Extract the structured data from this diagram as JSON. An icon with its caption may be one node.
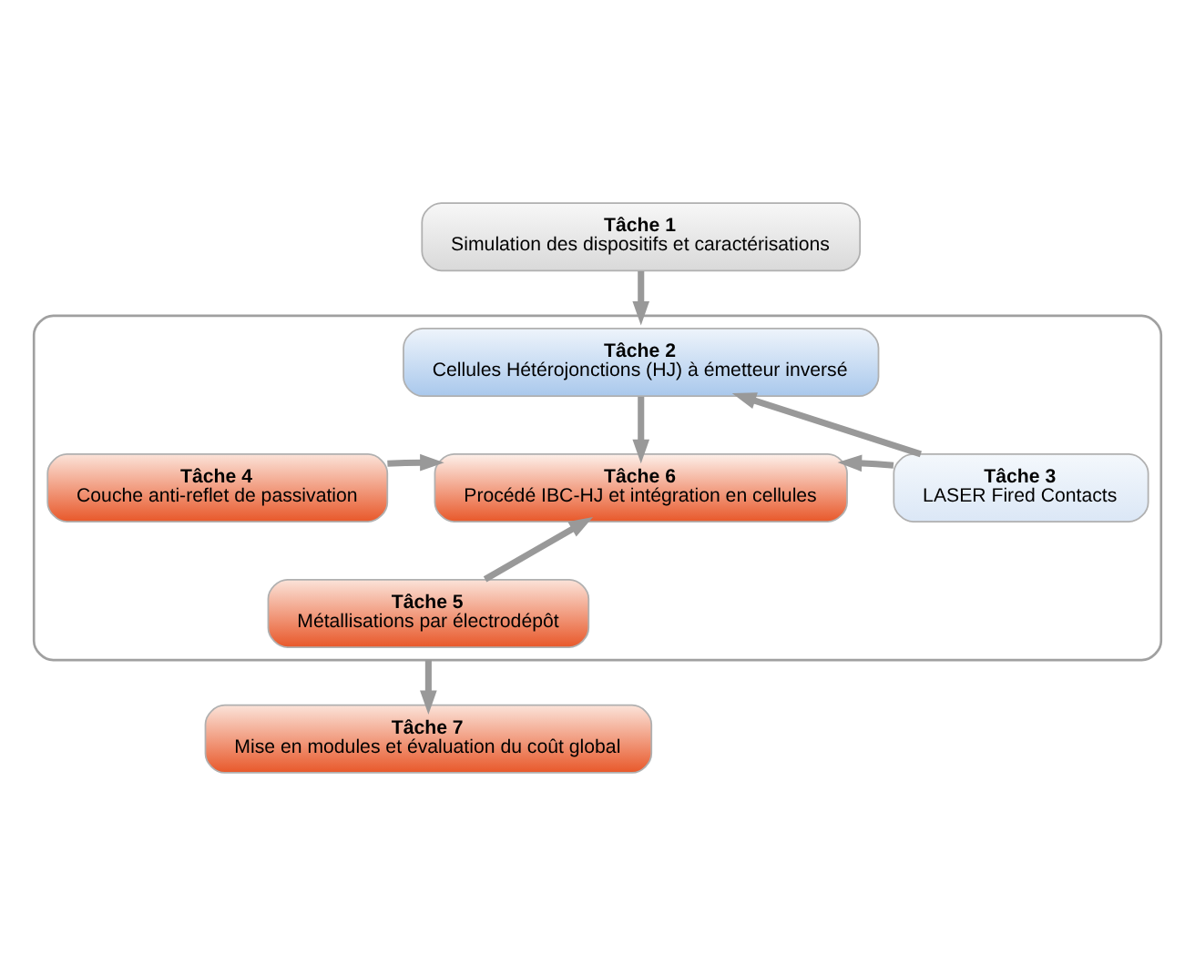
{
  "diagram": {
    "nodes": [
      {
        "text": [
          "Tâche 1",
          "Simulation des dispositifs et caractérisations"
        ]
      },
      {
        "text": [],
        "shape": "box"
      },
      {
        "text": [
          "Tâche 2",
          "Cellules Hétérojonctions (HJ) à émetteur inversé"
        ],
        "in": 1
      },
      {
        "text": [
          "Tâche 3",
          "LASER Fired Contacts"
        ],
        "in": 1
      },
      {
        "text": [
          "Tâche 4",
          "Couche anti-reflet de passivation"
        ],
        "in": 1
      },
      {
        "text": [
          "Tâche 5",
          "Métallisations par électrodépôt"
        ],
        "in": 1
      },
      {
        "text": [
          "Tâche 6",
          "Procédé IBC-HJ et intégration en cellules"
        ],
        "in": 1
      },
      {
        "text": [
          "Tâche 7",
          "Mise en modules et évaluation du coût global"
        ]
      }
    ],
    "edges": [
      {
        "from": 0,
        "to": 1,
        "arrow": "to"
      },
      {
        "from": 3,
        "to": 2,
        "arrow": "to"
      },
      {
        "from": 2,
        "to": 6,
        "arrow": "to"
      },
      {
        "from": 4,
        "to": 6,
        "arrow": "to"
      },
      {
        "from": 3,
        "to": 6,
        "arrow": "to"
      },
      {
        "from": 5,
        "to": 6,
        "arrow": "to"
      },
      {
        "from": 1,
        "to": 7,
        "arrow": "to"
      }
    ]
  }
}
